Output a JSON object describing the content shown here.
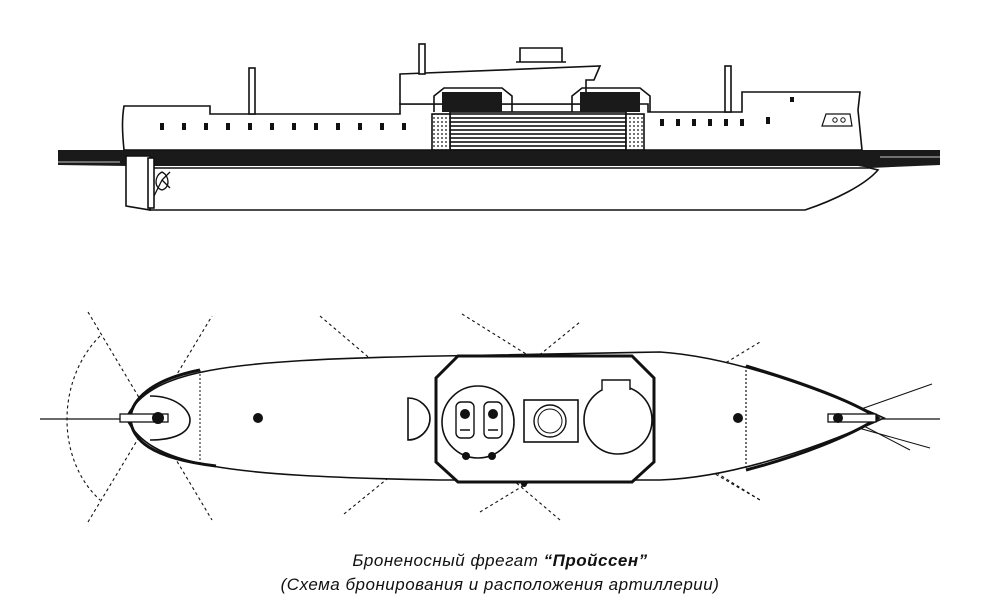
{
  "caption": {
    "line1_prefix": "Броненосный фрегат ",
    "line1_name": "“Пройссен”",
    "line2": "(Схема бронирования и расположения артиллерии)"
  },
  "colors": {
    "ink": "#111111",
    "paper": "#ffffff"
  }
}
